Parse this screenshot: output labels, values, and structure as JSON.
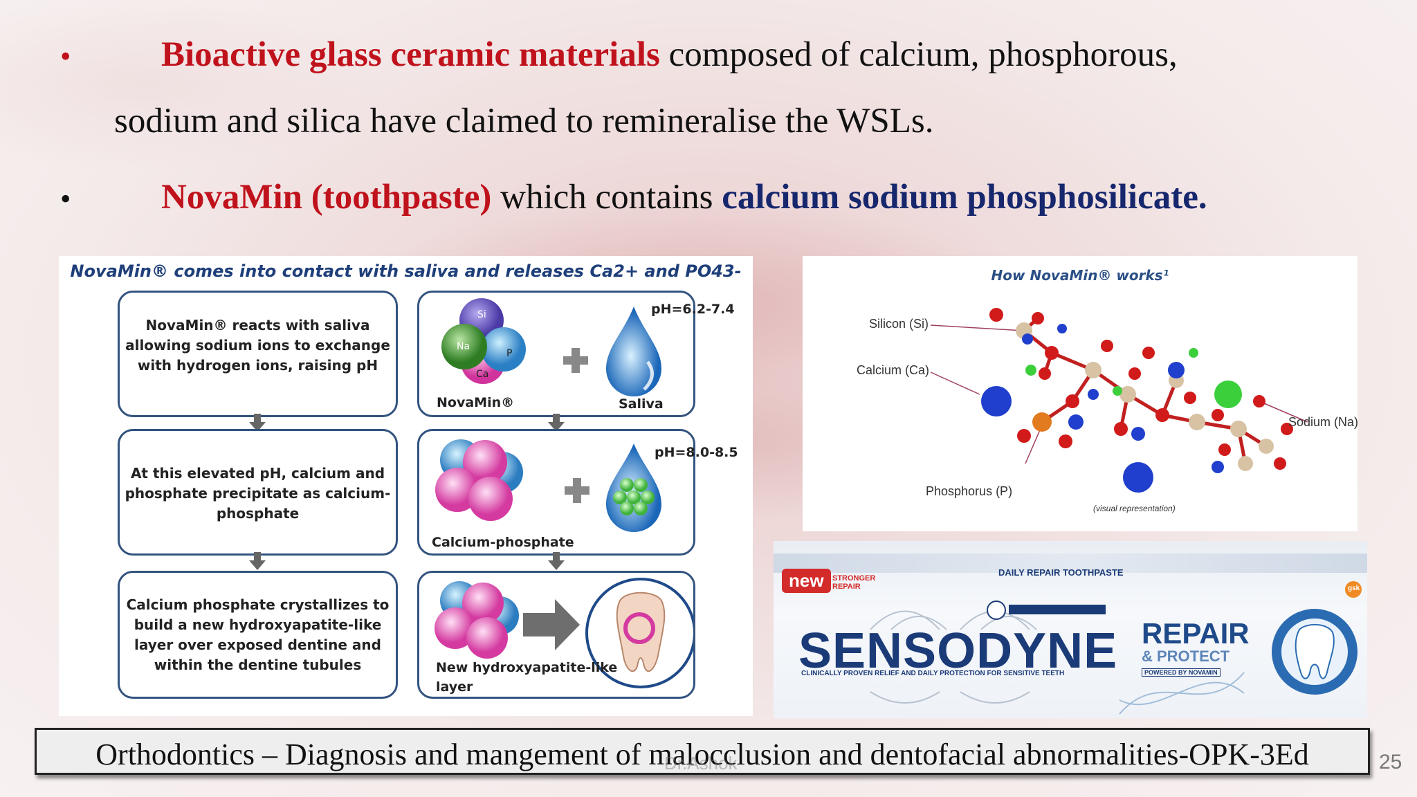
{
  "bullets": [
    {
      "bold_red": "Bioactive glass ceramic materials",
      "text_line1": " composed of calcium, phosphorous,",
      "text_line2": "sodium and silica have claimed to remineralise the WSLs."
    },
    {
      "bold_red": "NovaMin (toothpaste)",
      "text": " which contains ",
      "bold_blue": "calcium sodium phosphosilicate."
    }
  ],
  "bullet_symbol": "•",
  "diagram_left": {
    "title": "NovaMin® comes into contact with saliva and releases Ca2+ and PO43-",
    "steps": [
      {
        "text": [
          "NovaMin® reacts with saliva",
          "allowing sodium ions to exchange",
          "with hydrogen ions, raising pH"
        ]
      },
      {
        "text": [
          "At this elevated pH, calcium and",
          "phosphate precipitate as calcium-",
          "phosphate"
        ]
      },
      {
        "text": [
          "Calcium phosphate crystallizes to",
          "build a new hydroxyapatite-like",
          "layer over exposed dentine and",
          "within the dentine tubules"
        ]
      }
    ],
    "row1": {
      "ph": "pH=6.2-7.4",
      "left_label": "NovaMin®",
      "right_label": "Saliva",
      "atoms": [
        "Si",
        "Na",
        "P",
        "Ca"
      ]
    },
    "row2": {
      "ph": "pH=8.0-8.5",
      "left_label": "Calcium-phosphate"
    },
    "row3": {
      "label_line1": "New hydroxyapatite-like",
      "label_line2": "layer"
    }
  },
  "diagram_molecule": {
    "title": "How NovaMin® works¹",
    "labels": {
      "silicon": "Silicon (Si)",
      "calcium": "Calcium (Ca)",
      "phosphorus": "Phosphorus (P)",
      "sodium": "Sodium (Na)",
      "note": "(visual representation)"
    }
  },
  "product_box": {
    "brand": "SENSODYNE",
    "repair": "REPAIR",
    "protect": "& PROTECT",
    "new_badge": "new",
    "stronger": "STRONGER REPAIR",
    "daily": "DAILY REPAIR TOOTHPASTE",
    "claim": "CLINICALLY PROVEN RELIEF AND DAILY PROTECTION FOR SENSITIVE TEETH",
    "powered": "POWERED BY NOVAMIN",
    "gsk": "gsk"
  },
  "footer": {
    "text": "Orthodontics – Diagnosis and mangement of malocclusion and dentofacial abnormalities-OPK-3Ed",
    "author": "Dr.Ashok"
  },
  "slide_number": "25"
}
